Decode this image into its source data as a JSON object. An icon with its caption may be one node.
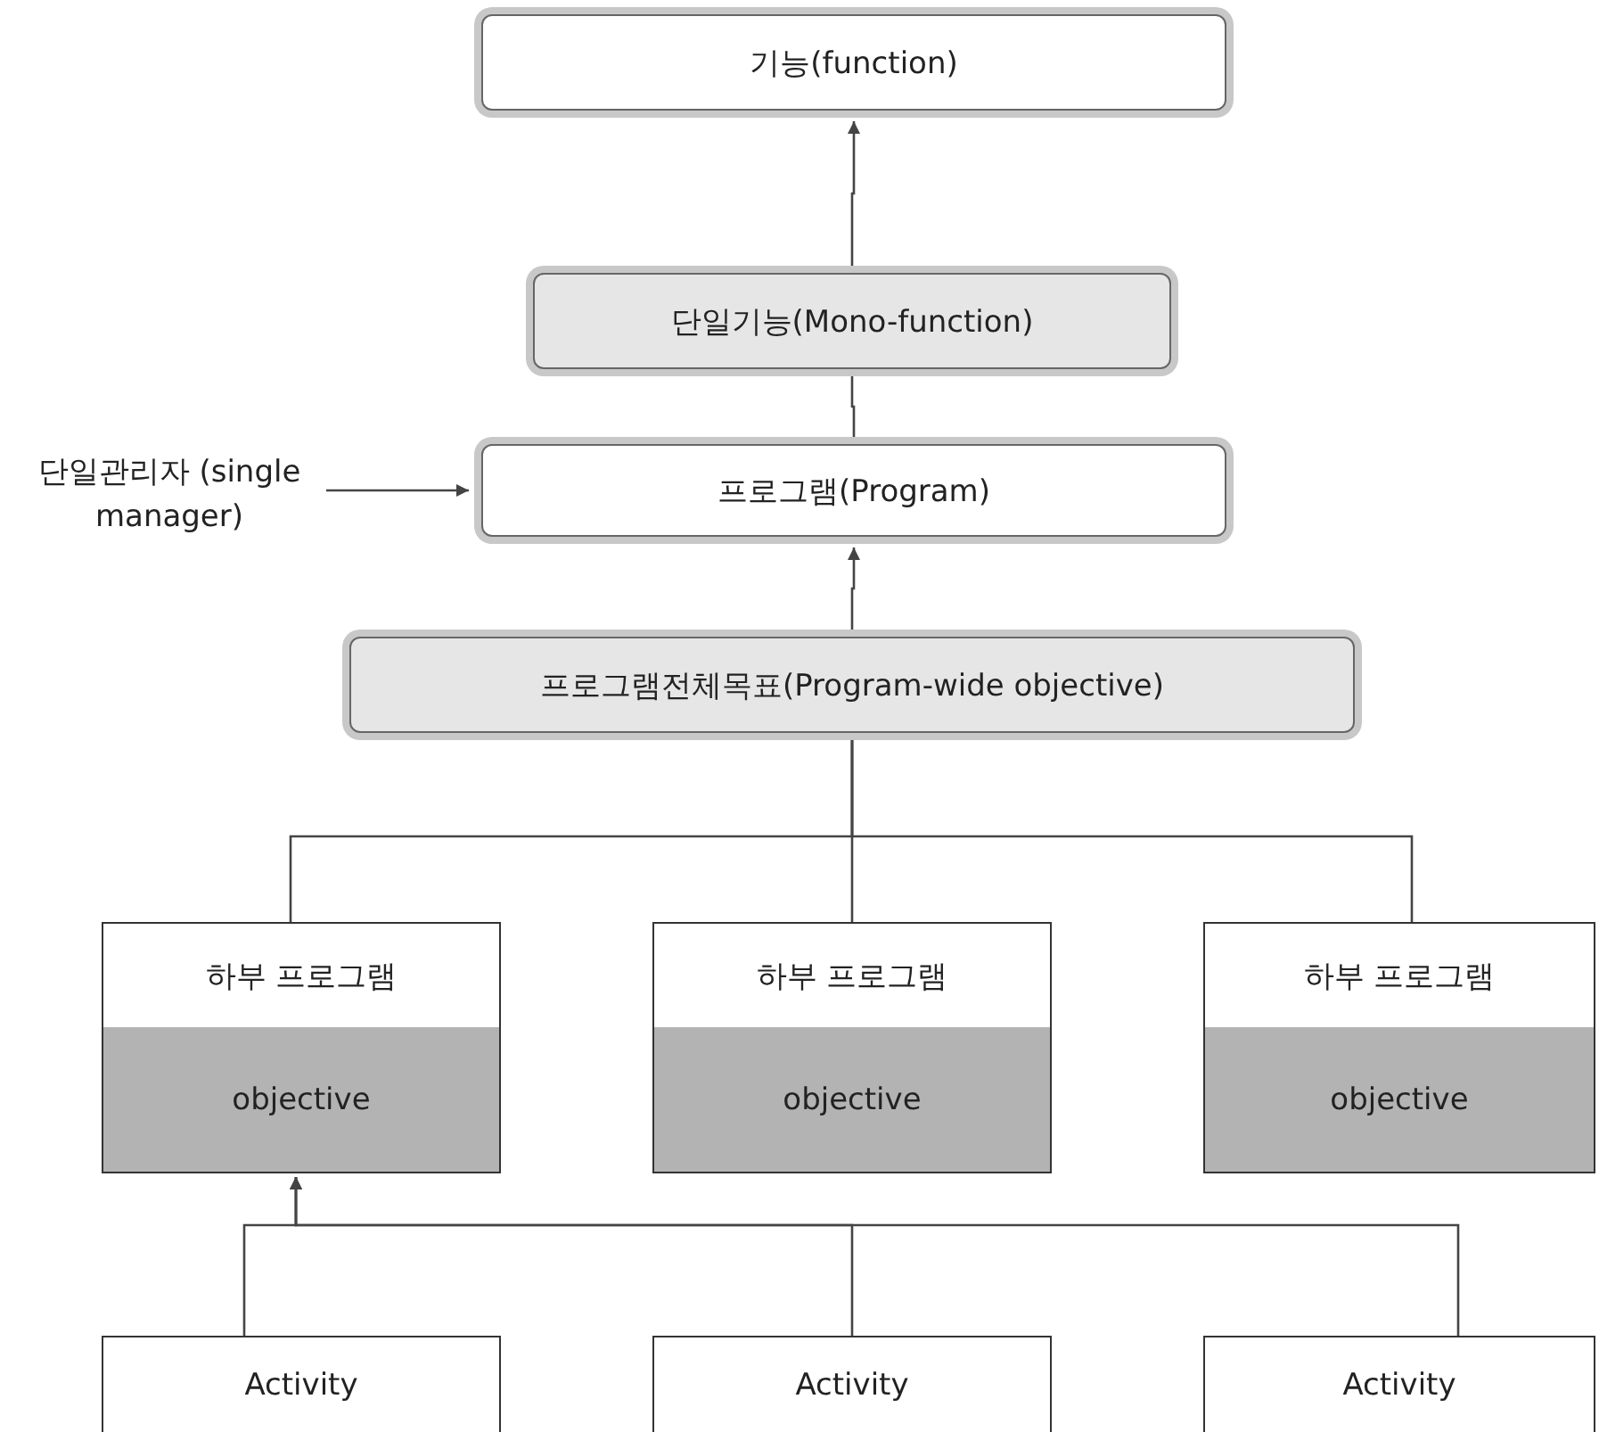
{
  "diagram": {
    "nodes": [
      {
        "text": [
          "기능(function)"
        ]
      },
      {
        "text": [
          "단일기능(Mono-function)"
        ]
      },
      {
        "text": [
          "프로그램(Program)"
        ]
      },
      {
        "text": [
          "단일관리자 (single manager)"
        ]
      },
      {
        "text": [
          "프로그램전체목표(Program-wide objective)"
        ]
      },
      {
        "text": [
          "하부 프로그램",
          "objective"
        ]
      },
      {
        "text": [
          "하부 프로그램",
          "objective"
        ]
      },
      {
        "text": [
          "하부 프로그램",
          "objective"
        ]
      },
      {
        "text": [
          "Activity"
        ]
      },
      {
        "text": [
          "Activity"
        ]
      },
      {
        "text": [
          "Activity"
        ]
      }
    ],
    "edges": [
      {
        "from": 1,
        "to": 0,
        "arrow": "to"
      },
      {
        "from": 2,
        "to": 1,
        "arrow": "none"
      },
      {
        "from": 3,
        "to": 2,
        "arrow": "to"
      },
      {
        "from": 4,
        "to": 2,
        "arrow": "to"
      },
      {
        "from": 5,
        "to": 4,
        "arrow": "none"
      },
      {
        "from": 6,
        "to": 4,
        "arrow": "none"
      },
      {
        "from": 7,
        "to": 4,
        "arrow": "none"
      },
      {
        "from": 8,
        "to": 5,
        "arrow": "to"
      },
      {
        "from": 9,
        "to": 5,
        "arrow": "to"
      },
      {
        "from": 10,
        "to": 5,
        "arrow": "to"
      }
    ]
  }
}
